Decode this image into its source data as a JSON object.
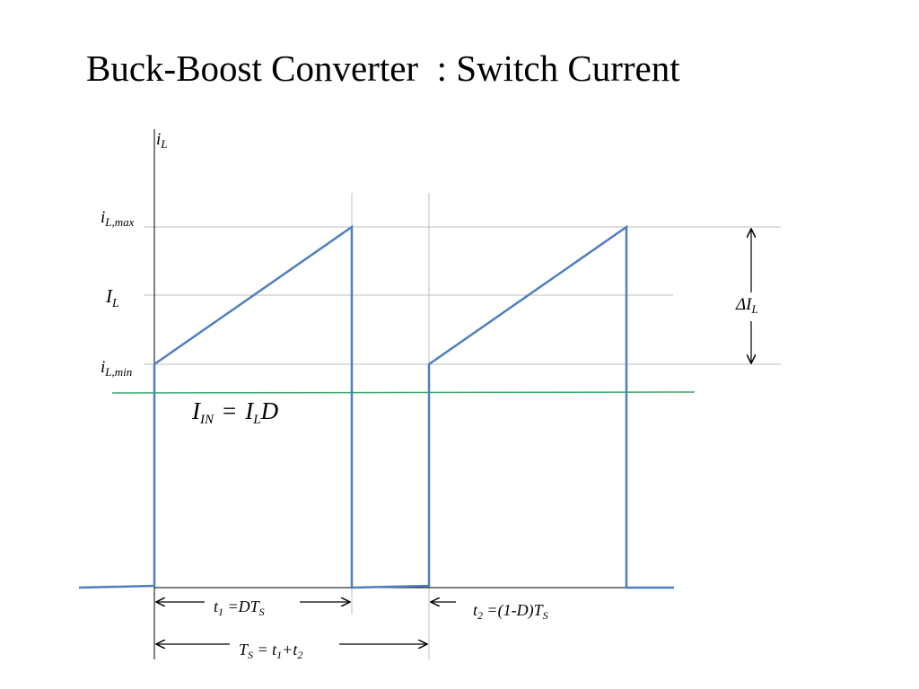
{
  "title": "Buck-Boost Converter  : Switch Current",
  "labels": {
    "y_axis": {
      "main": "i",
      "sub": "L"
    },
    "i_max": {
      "main": "i",
      "sub": "L,max"
    },
    "i_avg": {
      "main": "I",
      "sub": "L"
    },
    "i_min": {
      "main": "i",
      "sub": "L,min"
    },
    "ripple": {
      "delta": "Δ",
      "main": "I",
      "sub": "L"
    },
    "input_current": {
      "lhs_main": "I",
      "lhs_sub": "IN",
      "eq": "=",
      "rhs_main": "I",
      "rhs_sub": "L",
      "rhs_tail": "D"
    },
    "t1": {
      "a": "t",
      "a_sub": "1",
      "b": " =DT",
      "b_sub": "S"
    },
    "t2": {
      "a": "t",
      "a_sub": "2",
      "b": " =(1-D)T",
      "b_sub": "S"
    },
    "ts": {
      "a": "T",
      "a_sub": "S",
      "b": " = t",
      "b_sub": "1",
      "c": "+t",
      "c_sub": "2"
    }
  },
  "colors": {
    "waveform": "#4f7fbf",
    "input_current_line": "#3aaa6a",
    "gridline": "#bfbfbf",
    "axis": "#000000"
  }
}
